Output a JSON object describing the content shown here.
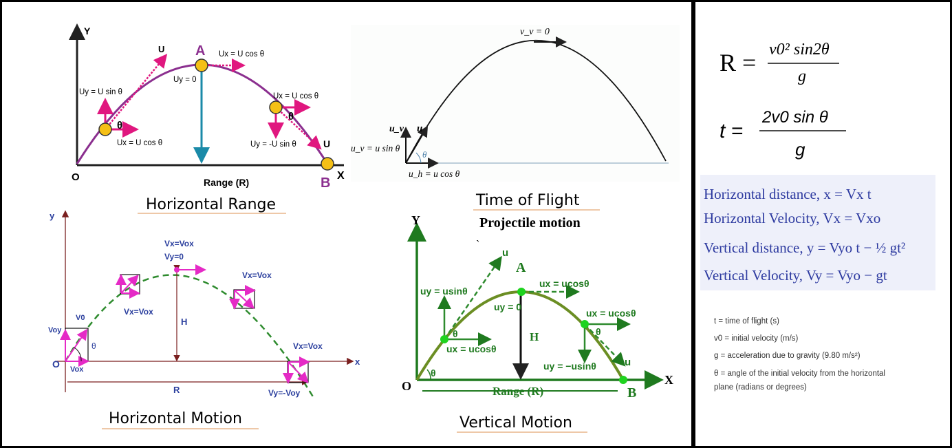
{
  "panels": {
    "horizontal_range": {
      "caption": "Horizontal Range",
      "axis_y": "Y",
      "axis_x": "X",
      "origin": "O",
      "point_a": "A",
      "point_b": "B",
      "u_top": "U",
      "u_end": "U",
      "ux_top": "Ux = U cos θ",
      "uy_zero": "Uy = 0",
      "uy_left": "Uy = U sin θ",
      "ux_left": "Ux = U cos θ",
      "theta_left": "θ",
      "ux_right": "Ux = U cos θ",
      "theta_right": "θ",
      "uy_right": "Uy = -U sin θ",
      "range": "Range (R)"
    },
    "time_of_flight": {
      "caption": "Time of Flight",
      "vv_top": "v_v = 0",
      "uv": "u_v",
      "u": "u",
      "uv_eq": "u_v = u sin θ",
      "theta": "θ",
      "uh_eq": "u_h = u cos θ"
    },
    "horizontal_motion": {
      "caption": "Horizontal Motion",
      "axis_y": "y",
      "axis_x": "x",
      "origin": "O",
      "vx_top": "Vx=Vox",
      "vy_top": "Vy=0",
      "vx_left": "Vx=Vox",
      "vx_right": "Vx=Vox",
      "vx_end": "Vx=Vox",
      "vy_end": "Vy=-Voy",
      "v0": "V0",
      "voy": "Voy",
      "vox": "Vox",
      "theta": "θ",
      "h": "H",
      "r": "R"
    },
    "vertical_motion": {
      "title": "Projectile motion",
      "tick": "`",
      "caption": "Vertical Motion",
      "axis_y": "Y",
      "axis_x": "X",
      "origin": "O",
      "point_a": "A",
      "point_b": "B",
      "u_top": "u",
      "u_end": "u",
      "uy_left": "uy = usinθ",
      "ux_top": "ux = ucosθ",
      "uy_zero": "uy = 0",
      "h": "H",
      "theta_left": "θ",
      "ux_left": "ux = ucosθ",
      "ux_right": "ux = ucosθ",
      "theta_right": "θ",
      "uy_right": "uy = −usinθ",
      "theta_origin": "θ",
      "range": "Range (R)"
    }
  },
  "formulas": {
    "range_lhs": "R =",
    "range_num": "v0² sin2θ",
    "range_den": "g",
    "time_lhs": "t =",
    "time_num": "2v0 sin θ",
    "time_den": "g",
    "horiz_distance": "Horizontal distance,  x = Vx t",
    "horiz_velocity": "Horizontal Velocity,  Vx = Vxo",
    "vert_distance": "Vertical distance,  y = Vyo t − ½ gt²",
    "vert_velocity": "Vertical Velocity,  Vy = Vyo − gt"
  },
  "legend": [
    "t = time of flight (s)",
    "v0 = initial velocity (m/s)",
    "g = acceleration due to gravity (9.80 m/s²)",
    "θ = angle of the initial velocity from the horizontal",
    "plane (radians or degrees)"
  ],
  "colors": {
    "purple_curve": "#8b2f8f",
    "magenta": "#e0177f",
    "teal": "#1a8aa8",
    "ball": "#f5c016",
    "dark_green": "#1f7a1f",
    "olive": "#6b8e23",
    "green_dot": "#1fd31f",
    "blue_text": "#2b3f9e",
    "pink_arrow": "#e52ac6",
    "dash_green": "#2e8b2e",
    "formula_bg": "#eef0fa",
    "formula_text": "#2d3aa0",
    "underline": "#e8b58c"
  }
}
